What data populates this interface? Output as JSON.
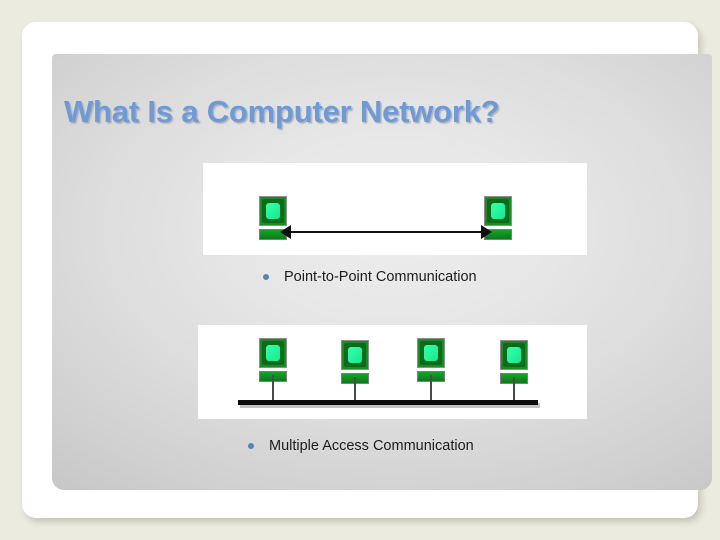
{
  "slide": {
    "title": "What Is a Computer Network?",
    "title_color": "#6e9ad8",
    "background_color": "#ecebe0",
    "panel_gradient_light": "#ededed",
    "panel_gradient_dark": "#aeaeae"
  },
  "figures": [
    {
      "id": "point-to-point",
      "caption": "Point-to-Point Communication",
      "bullet_color": "#5b82b4",
      "node_count": 2,
      "link_type": "bidirectional-arrow"
    },
    {
      "id": "multiple-access",
      "caption": "Multiple Access Communication",
      "bullet_color": "#5b82b4",
      "node_count": 4,
      "link_type": "shared-bus"
    }
  ],
  "icons": {
    "computer": "computer-icon",
    "arrow_left": "arrow-left-icon",
    "arrow_right": "arrow-right-icon"
  },
  "colors": {
    "screen_green": "#2ff5a4",
    "monitor_green": "#0a6b18",
    "base_green": "#15a32b",
    "line_black": "#111111"
  }
}
